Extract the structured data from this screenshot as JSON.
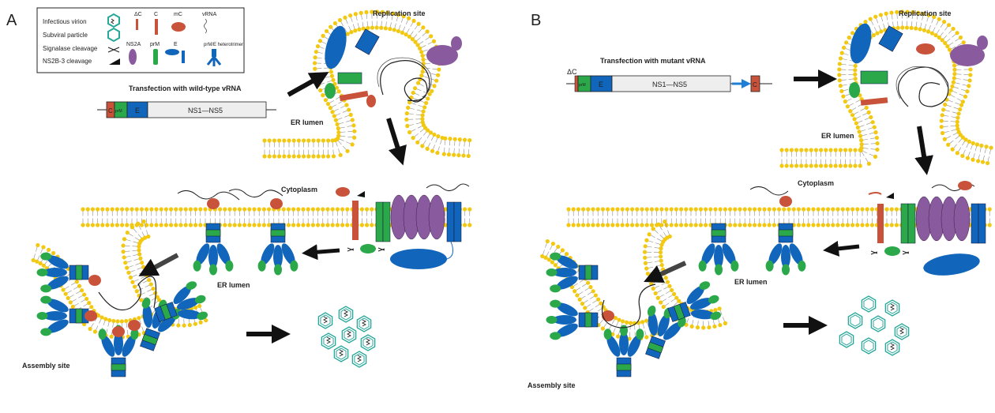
{
  "panels": [
    {
      "letter": "A",
      "title": "Transfection with wild-type vRNA",
      "genome": {
        "c": "C",
        "prm": "prM",
        "e": "E",
        "ns": "NS1—NS5"
      },
      "replication_site": "Replication site",
      "er_lumen_top": "ER lumen",
      "cytoplasm": "Cytoplasm",
      "er_lumen_bottom": "ER lumen",
      "assembly_site": "Assembly site"
    },
    {
      "letter": "B",
      "title": "Transfection with mutant vRNA",
      "genome": {
        "delta_c": "ΔC",
        "prm": "prM",
        "e": "E",
        "ns": "NS1—NS5",
        "c": "C"
      },
      "replication_site": "Replication site",
      "er_lumen_top": "ER lumen",
      "cytoplasm": "Cytoplasm",
      "er_lumen_bottom": "ER lumen",
      "assembly_site": "Assembly site"
    }
  ],
  "legend": {
    "infectious_virion": "Infectious virion",
    "subviral_particle": "Subviral particle",
    "signalase_cleavage": "Signalase cleavage",
    "ns2b3_cleavage": "NS2B-3 cleavage",
    "delta_c": "ΔC",
    "c": "C",
    "mc": "mC",
    "vrna": "vRNA",
    "ns2a": "NS2A",
    "prm": "prM",
    "e": "E",
    "prm_e_heterotrimer": "prM/E heterotrimer"
  },
  "colors": {
    "lipid_head": "#f2c811",
    "lipid_tail": "#8c8c8c",
    "capsid": "#c9533a",
    "prm": "#2aa84a",
    "envelope": "#1166bb",
    "ns_protein": "#8a5a9e",
    "virion_outline": "#27a89a",
    "arrow": "#111111",
    "genome_box": "#eeeeee"
  }
}
